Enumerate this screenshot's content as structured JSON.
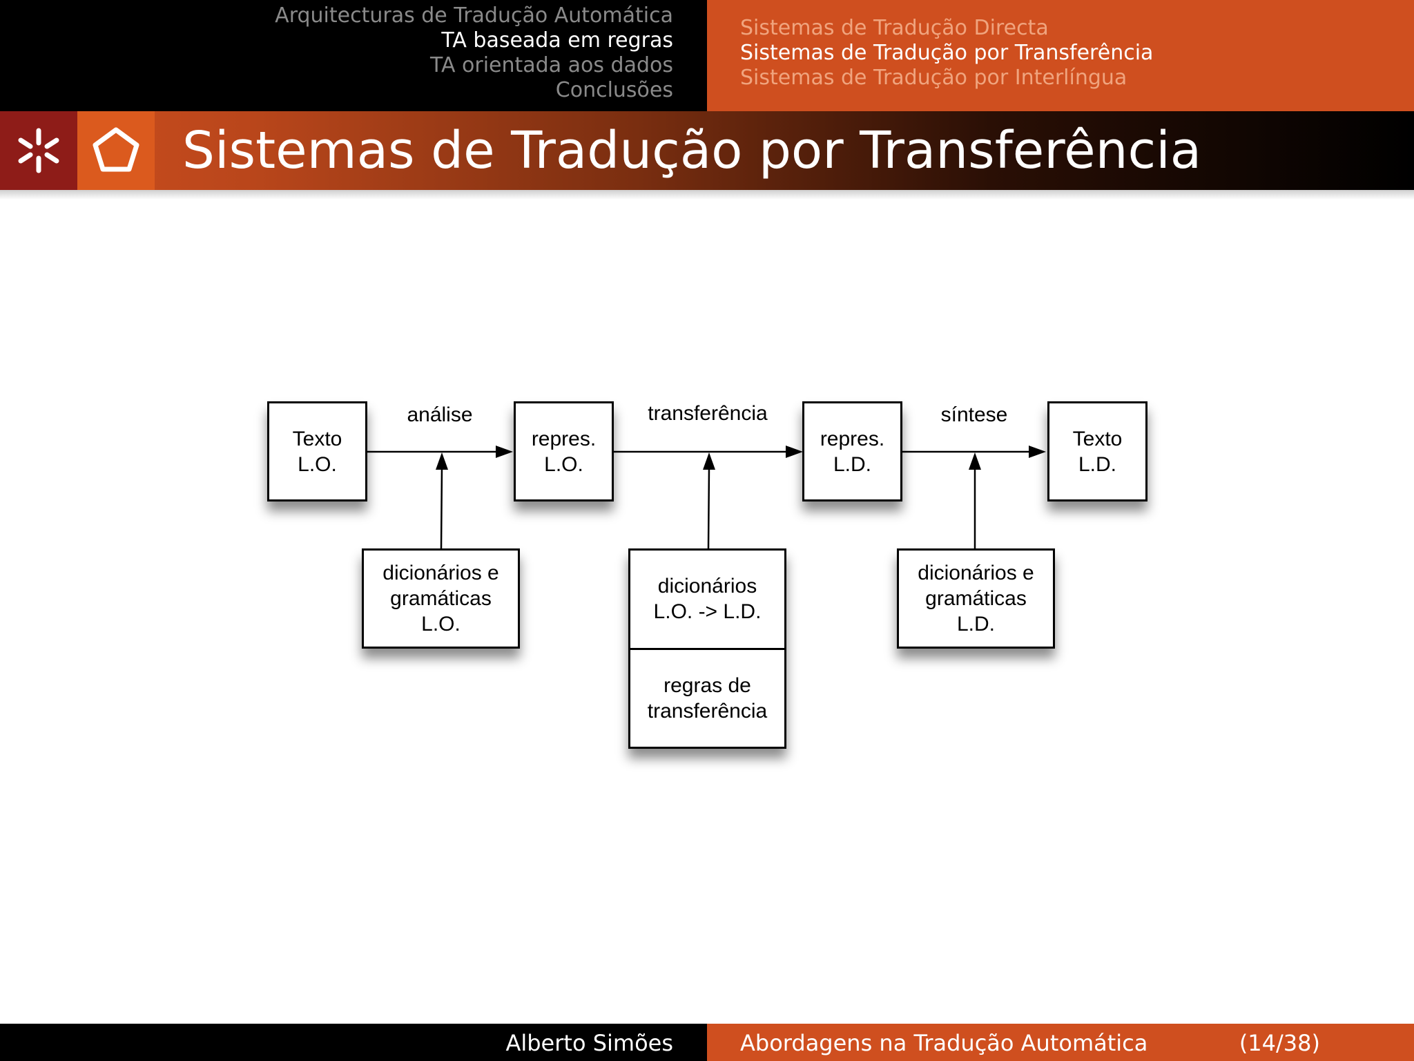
{
  "header": {
    "sections": [
      {
        "label": "Arquitecturas de Tradução Automática",
        "active": false
      },
      {
        "label": "TA baseada em regras",
        "active": true
      },
      {
        "label": "TA orientada aos dados",
        "active": false
      },
      {
        "label": "Conclusões",
        "active": false
      }
    ],
    "subsections": [
      {
        "label": "Sistemas de Tradução Directa",
        "active": false
      },
      {
        "label": "Sistemas de Tradução por Transferência",
        "active": true
      },
      {
        "label": "Sistemas de Tradução por Interlíngua",
        "active": false
      }
    ]
  },
  "slide": {
    "title": "Sistemas de Tradução por Transferência"
  },
  "diagram": {
    "nodes": {
      "texto_lo": [
        "Texto",
        "L.O."
      ],
      "repres_lo": [
        "repres.",
        "L.O."
      ],
      "repres_ld": [
        "repres.",
        "L.D."
      ],
      "texto_ld": [
        "Texto",
        "L.D."
      ],
      "dic_gram_lo": [
        "dicionários e",
        "gramáticas",
        "L.O."
      ],
      "dic_lo_ld": [
        "dicionários",
        "L.O. -> L.D."
      ],
      "regras": [
        "regras de",
        "transferência"
      ],
      "dic_gram_ld": [
        "dicionários e",
        "gramáticas",
        "L.D."
      ]
    },
    "edges": {
      "analise": "análise",
      "transferencia": "transferência",
      "sintese": "síntese"
    }
  },
  "footer": {
    "author": "Alberto Simões",
    "talk": "Abordagens na Tradução Automática",
    "page": "(14/38)"
  },
  "colors": {
    "header_left": "#000000",
    "header_right": "#cf4f1f",
    "inactive_section": "#8a8a8a",
    "inactive_subsection": "#f0a47e",
    "logo_um": "#8e1c18",
    "logo_eng": "#db5a1e"
  },
  "icons": {
    "logo_left": "university-of-minho-asterisk-icon",
    "logo_right": "pentagon-icon"
  }
}
